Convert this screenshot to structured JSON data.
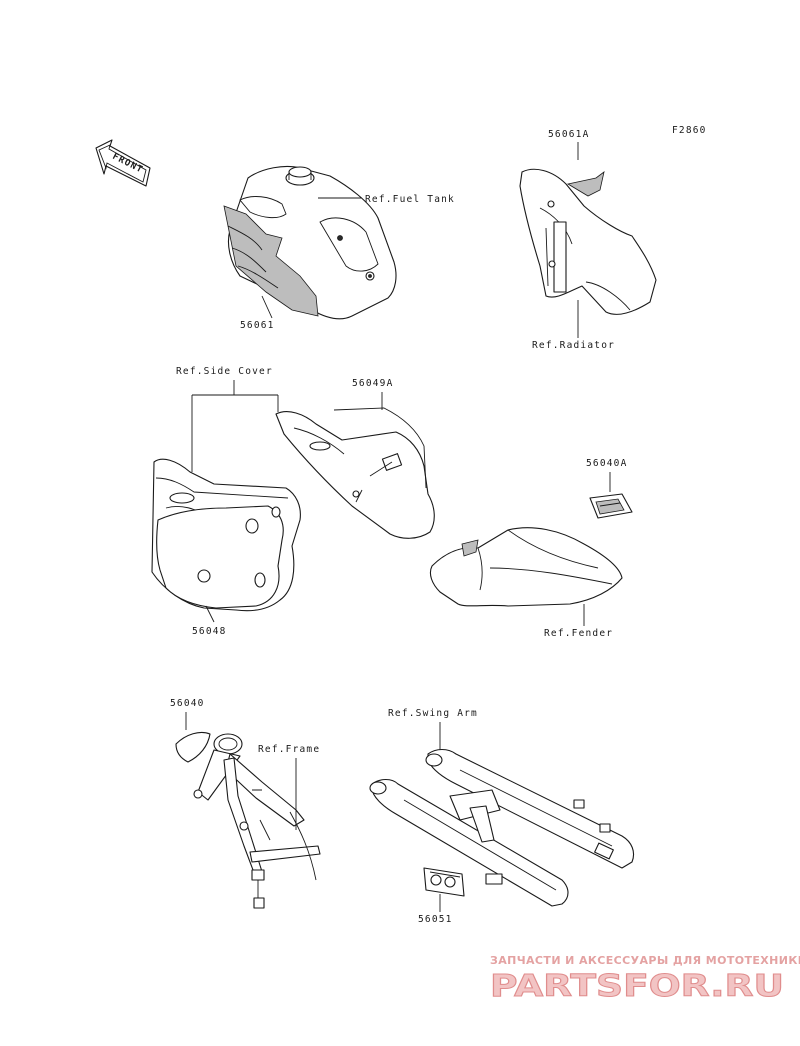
{
  "figure_code": "F2860",
  "front_arrow": "FRONT",
  "callouts": {
    "ref_fuel_tank": "Ref.Fuel Tank",
    "part_56061": "56061",
    "part_56061a": "56061A",
    "ref_radiator": "Ref.Radiator",
    "ref_side_cover": "Ref.Side Cover",
    "part_56049a": "56049A",
    "part_56040a": "56040A",
    "part_56048": "56048",
    "ref_fender": "Ref.Fender",
    "part_56040": "56040",
    "ref_frame": "Ref.Frame",
    "ref_swing_arm": "Ref.Swing Arm",
    "part_56051": "56051"
  },
  "watermark": {
    "tagline": "ЗАПЧАСТИ И АКСЕССУАРЫ ДЛЯ МОТОТЕХНИКИ",
    "logo": "PARTSFOR.RU"
  }
}
